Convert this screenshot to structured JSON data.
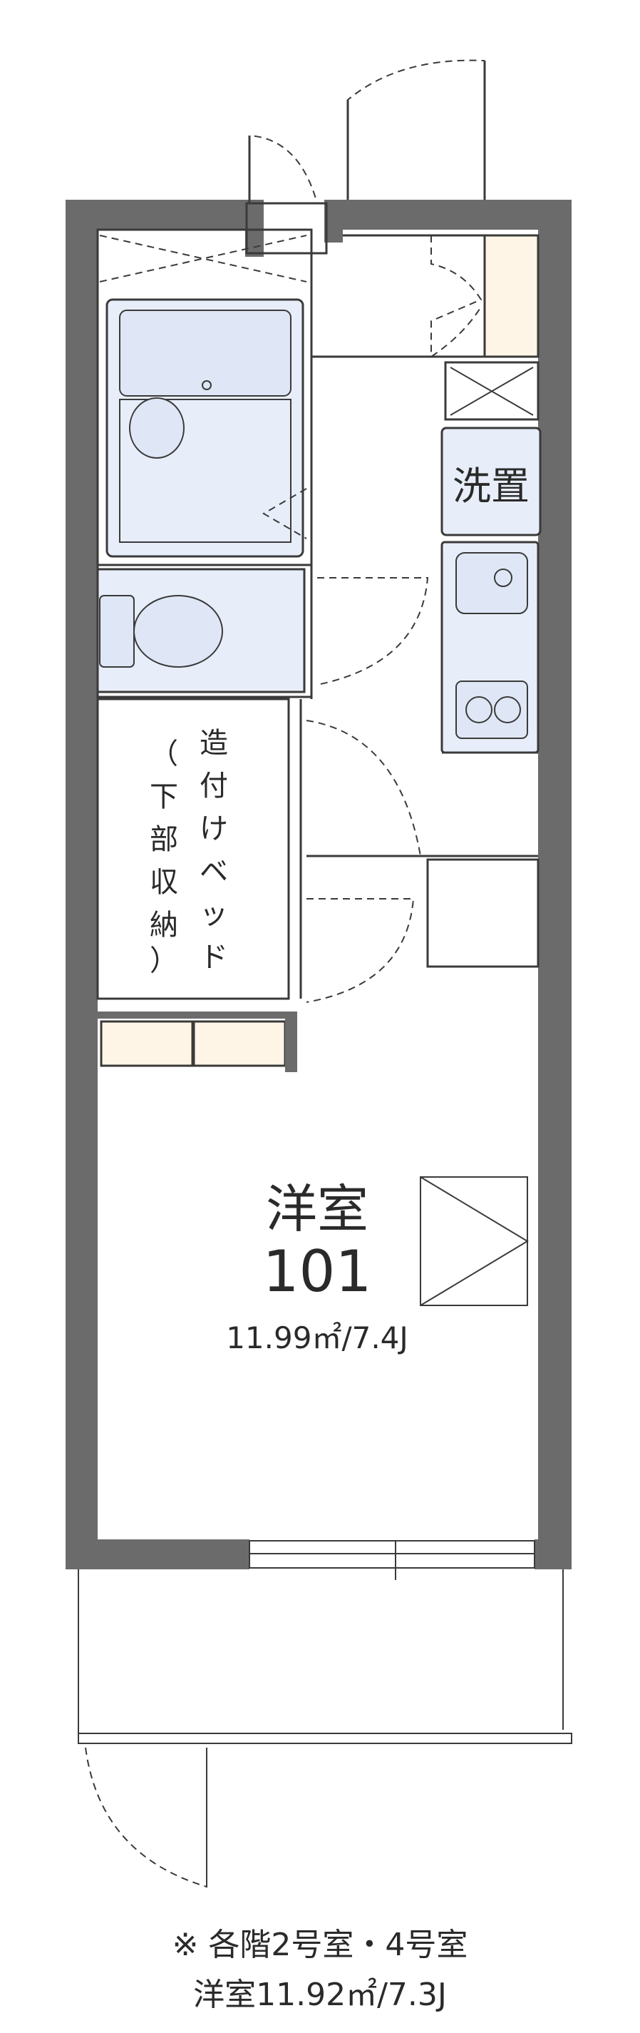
{
  "rooms": {
    "main_room": {
      "type": "洋室",
      "number": "101",
      "area": "11.99㎡/7.4J"
    },
    "washer": {
      "label": "洗置"
    },
    "bed": {
      "chars": [
        "造",
        "付",
        "け",
        "ベ",
        "ッ",
        "ド"
      ],
      "paren_chars": [
        "（",
        "下",
        "部",
        "収",
        "納",
        "）"
      ]
    }
  },
  "footnote": {
    "line1": "※ 各階2号室・4号室",
    "line2": "洋室11.92㎡/7.3J"
  },
  "colors": {
    "wall": "#6b6b6b",
    "fixture_fill": "#e8eef9",
    "storage_fill": "#fff5e6",
    "line": "#3a3a3a"
  }
}
